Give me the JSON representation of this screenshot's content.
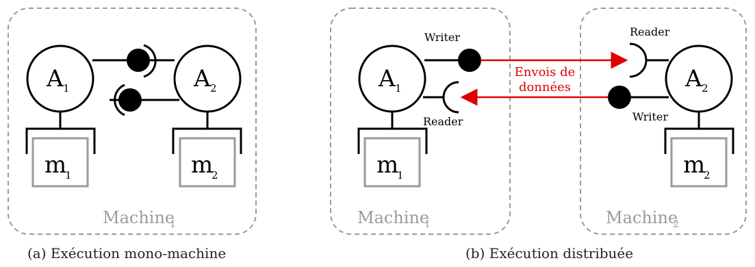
{
  "panel_a": {
    "machine_label": "Machine",
    "machine_index": "1",
    "agent1": {
      "letter": "A",
      "index": "1"
    },
    "agent2": {
      "letter": "A",
      "index": "2"
    },
    "memory1": {
      "letter": "m",
      "index": "1"
    },
    "memory2": {
      "letter": "m",
      "index": "2"
    },
    "caption": "(a) Exécution mono-machine"
  },
  "panel_b": {
    "machine1": {
      "label": "Machine",
      "index": "1"
    },
    "machine2": {
      "label": "Machine",
      "index": "2"
    },
    "agent1": {
      "letter": "A",
      "index": "1"
    },
    "agent2": {
      "letter": "A",
      "index": "2"
    },
    "memory1": {
      "letter": "m",
      "index": "1"
    },
    "memory2": {
      "letter": "m",
      "index": "2"
    },
    "writer_left": "Writer",
    "reader_left": "Reader",
    "reader_right": "Reader",
    "writer_right": "Writer",
    "data_label_line1": "Envois de",
    "data_label_line2": "données",
    "caption": "(b) Exécution distribuée"
  },
  "colors": {
    "stroke": "#000000",
    "machine_border": "#9a9a9a",
    "memory_border": "#9a9a9a",
    "arrow": "#e00000"
  }
}
